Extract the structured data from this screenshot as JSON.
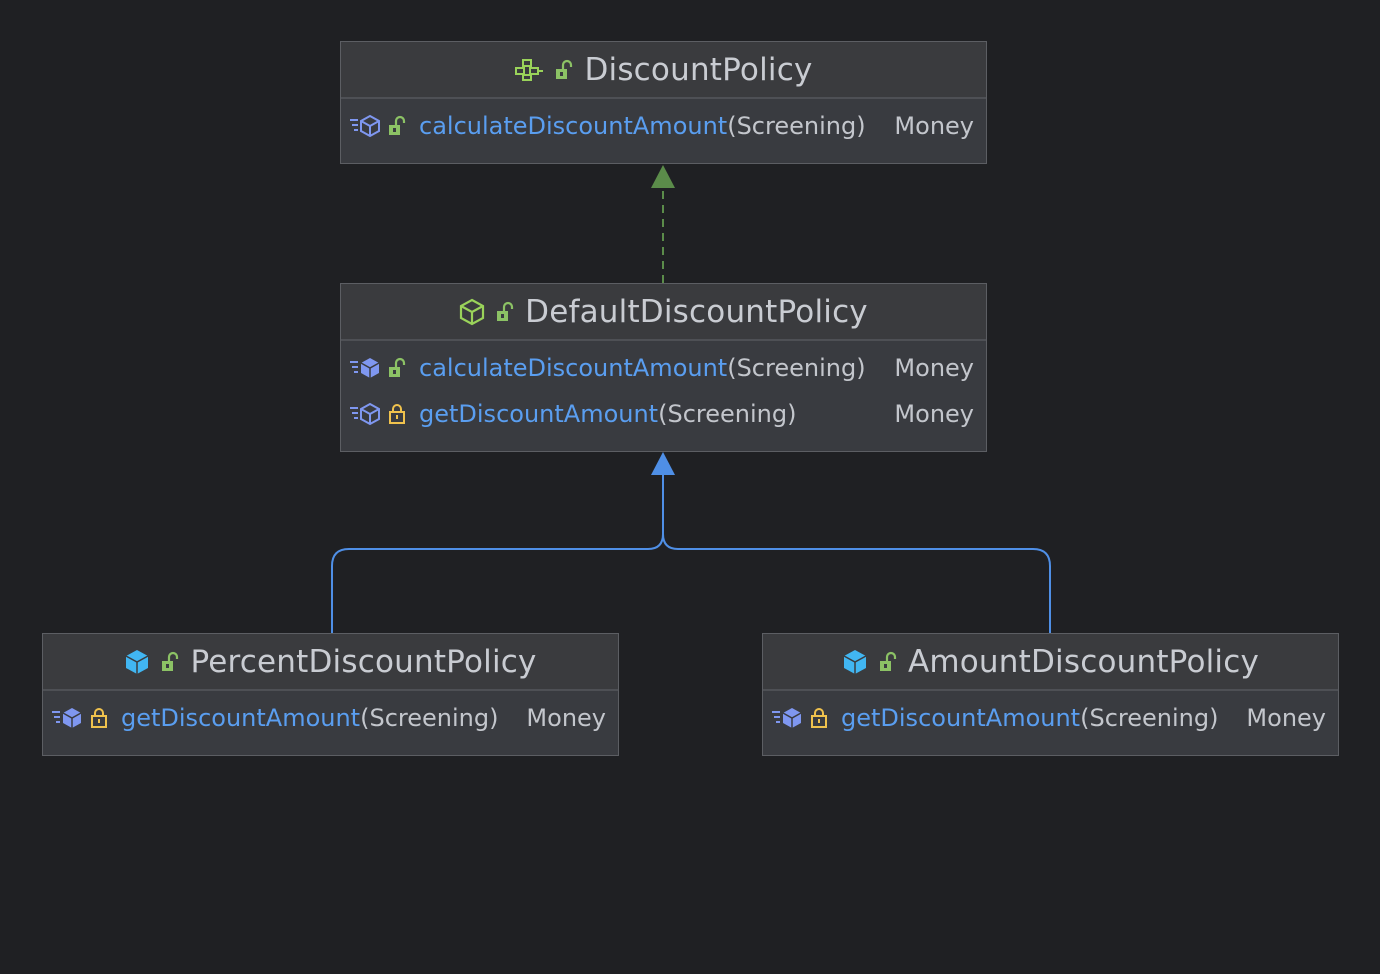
{
  "colors": {
    "background": "#1f2023",
    "method_name": "#5a9ef0",
    "realization_arrow": "#5b8c4a",
    "generalization_arrow": "#4f8fe6",
    "interface_icon": "#9ad35a",
    "public_lock": "#8cc265",
    "private_lock": "#f0c24d",
    "class_icon": "#41b6f2"
  },
  "classes": {
    "discount_policy": {
      "name": "DiscountPolicy",
      "kind_icon": "interface-icon",
      "methods": [
        {
          "name": "calculateDiscountAmount",
          "params": "(Screening)",
          "ret": "Money",
          "visibility": "public"
        }
      ]
    },
    "default_discount_policy": {
      "name": "DefaultDiscountPolicy",
      "kind_icon": "abstract-class-icon",
      "methods": [
        {
          "name": "calculateDiscountAmount",
          "params": "(Screening)",
          "ret": "Money",
          "visibility": "public"
        },
        {
          "name": "getDiscountAmount",
          "params": "(Screening)",
          "ret": "Money",
          "visibility": "private"
        }
      ]
    },
    "percent_discount_policy": {
      "name": "PercentDiscountPolicy",
      "kind_icon": "class-icon",
      "methods": [
        {
          "name": "getDiscountAmount",
          "params": "(Screening)",
          "ret": "Money",
          "visibility": "private"
        }
      ]
    },
    "amount_discount_policy": {
      "name": "AmountDiscountPolicy",
      "kind_icon": "class-icon",
      "methods": [
        {
          "name": "getDiscountAmount",
          "params": "(Screening)",
          "ret": "Money",
          "visibility": "private"
        }
      ]
    }
  }
}
